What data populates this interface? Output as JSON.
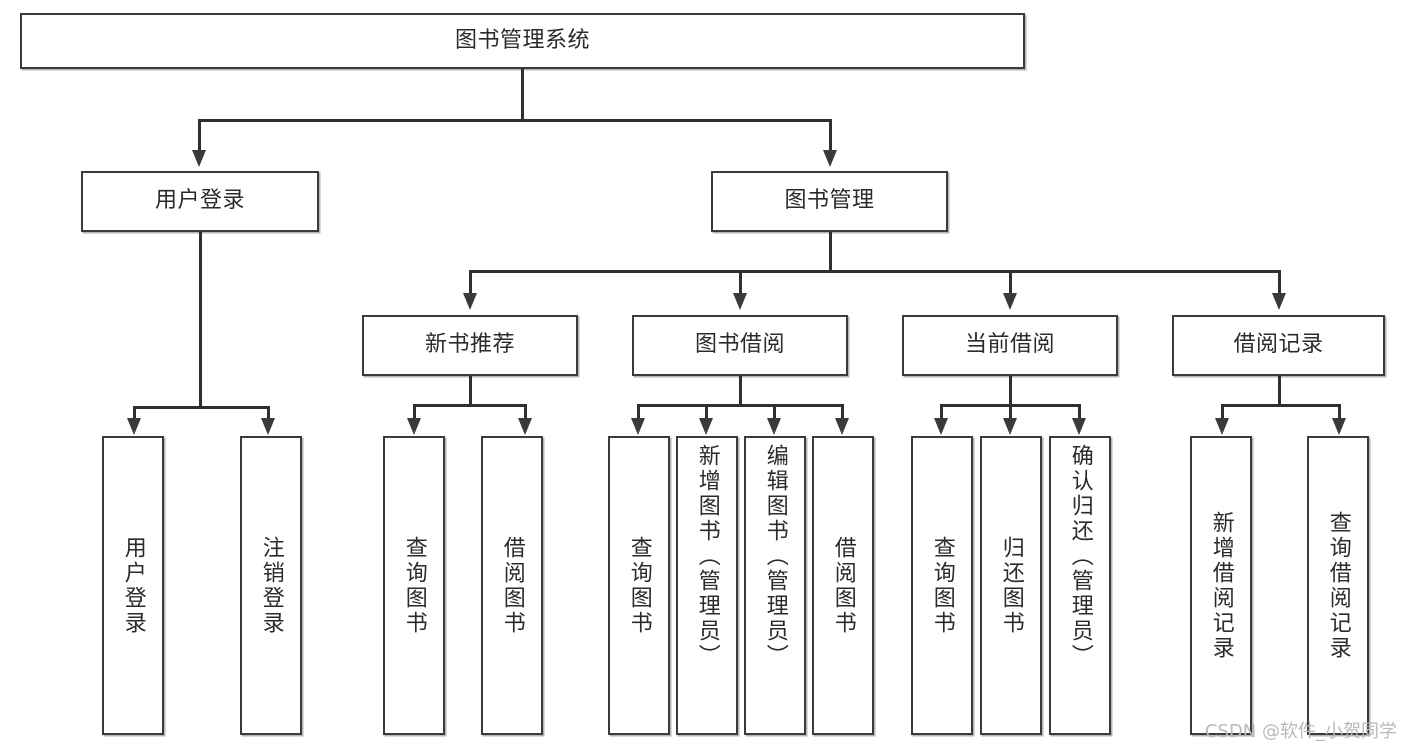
{
  "diagram": {
    "title": "图书管理系统",
    "type": "tree",
    "watermark": "CSDN @软件_小贺同学",
    "colors": {
      "box_border": "#3b3b3b",
      "line": "#2f2f2f",
      "text": "#2b2b2b",
      "background": "#ffffff",
      "watermark": "#b9b9b9"
    },
    "nodes": {
      "root": {
        "label": "图书管理系统"
      },
      "level2": [
        {
          "label": "用户登录"
        },
        {
          "label": "图书管理"
        }
      ],
      "level3": [
        {
          "label": "新书推荐"
        },
        {
          "label": "图书借阅"
        },
        {
          "label": "当前借阅"
        },
        {
          "label": "借阅记录"
        }
      ],
      "leaves_user_login": [
        {
          "label": "用户登录"
        },
        {
          "label": "注销登录"
        }
      ],
      "leaves_new_book": [
        {
          "label": "查询图书"
        },
        {
          "label": "借阅图书"
        }
      ],
      "leaves_borrow": [
        {
          "label": "查询图书"
        },
        {
          "label": "新增图书（管理员）"
        },
        {
          "label": "编辑图书（管理员）"
        },
        {
          "label": "借阅图书"
        }
      ],
      "leaves_current": [
        {
          "label": "查询图书"
        },
        {
          "label": "归还图书"
        },
        {
          "label": "确认归还（管理员）"
        }
      ],
      "leaves_records": [
        {
          "label": "新增借阅记录"
        },
        {
          "label": "查询借阅记录"
        }
      ]
    }
  }
}
